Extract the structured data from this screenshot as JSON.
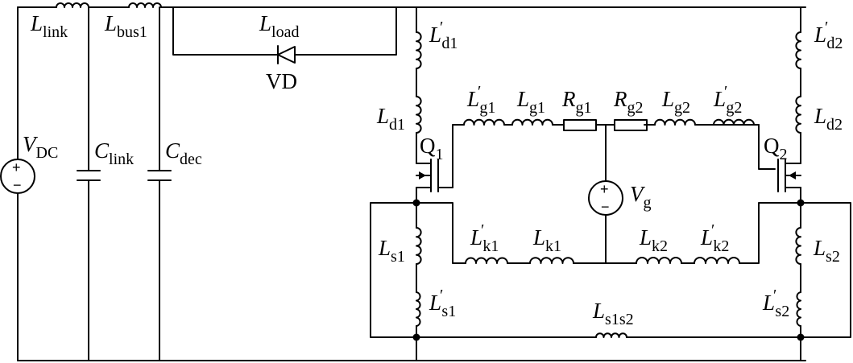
{
  "components": {
    "source_dc": {
      "symbol": "V",
      "subscript": "DC",
      "prime": "",
      "plus": "+",
      "minus": "−"
    },
    "source_g": {
      "symbol": "V",
      "subscript": "g",
      "prime": "",
      "plus": "+",
      "minus": "−"
    },
    "l_link": {
      "symbol": "L",
      "subscript": "link",
      "prime": ""
    },
    "l_bus1": {
      "symbol": "L",
      "subscript": "bus1",
      "prime": ""
    },
    "l_load": {
      "symbol": "L",
      "subscript": "load",
      "prime": ""
    },
    "c_link": {
      "symbol": "C",
      "subscript": "link",
      "prime": ""
    },
    "c_dec": {
      "symbol": "C",
      "subscript": "dec",
      "prime": ""
    },
    "diode_vd": {
      "symbol": "VD"
    },
    "l_d1_p": {
      "symbol": "L",
      "subscript": "d1",
      "prime": "′"
    },
    "l_d1": {
      "symbol": "L",
      "subscript": "d1",
      "prime": ""
    },
    "l_d2_p": {
      "symbol": "L",
      "subscript": "d2",
      "prime": "′"
    },
    "l_d2": {
      "symbol": "L",
      "subscript": "d2",
      "prime": ""
    },
    "l_g1_p": {
      "symbol": "L",
      "subscript": "g1",
      "prime": "′"
    },
    "l_g1": {
      "symbol": "L",
      "subscript": "g1",
      "prime": ""
    },
    "r_g1": {
      "symbol": "R",
      "subscript": "g1",
      "prime": ""
    },
    "r_g2": {
      "symbol": "R",
      "subscript": "g2",
      "prime": ""
    },
    "l_g2": {
      "symbol": "L",
      "subscript": "g2",
      "prime": ""
    },
    "l_g2_p": {
      "symbol": "L",
      "subscript": "g2",
      "prime": "′"
    },
    "q1": {
      "symbol": "Q",
      "subscript": "1"
    },
    "q2": {
      "symbol": "Q",
      "subscript": "2"
    },
    "l_k1_p": {
      "symbol": "L",
      "subscript": "k1",
      "prime": "′"
    },
    "l_k1": {
      "symbol": "L",
      "subscript": "k1",
      "prime": ""
    },
    "l_k2": {
      "symbol": "L",
      "subscript": "k2",
      "prime": ""
    },
    "l_k2_p": {
      "symbol": "L",
      "subscript": "k2",
      "prime": "′"
    },
    "l_s1": {
      "symbol": "L",
      "subscript": "s1",
      "prime": ""
    },
    "l_s1_p": {
      "symbol": "L",
      "subscript": "s1",
      "prime": "′"
    },
    "l_s2": {
      "symbol": "L",
      "subscript": "s2",
      "prime": ""
    },
    "l_s2_p": {
      "symbol": "L",
      "subscript": "s2",
      "prime": "′"
    },
    "l_s1s2": {
      "symbol": "L",
      "subscript": "s1s2",
      "prime": ""
    }
  }
}
